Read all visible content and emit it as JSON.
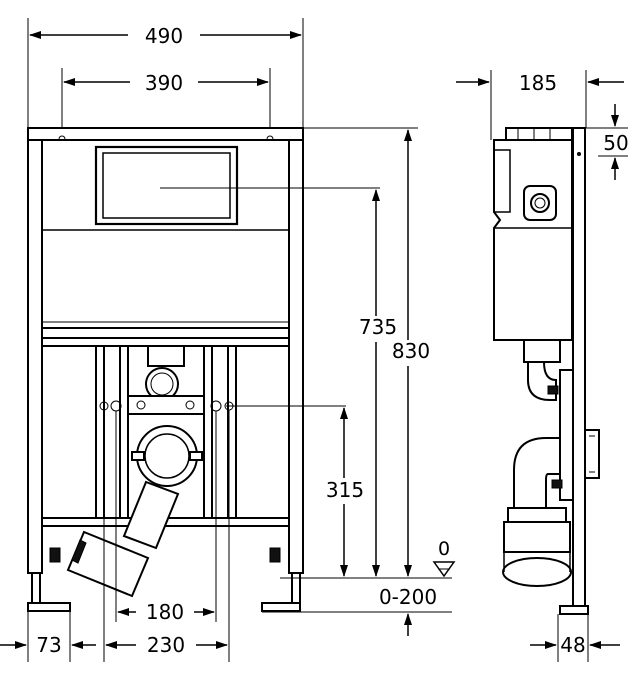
{
  "dimensions": {
    "frame_width": "490",
    "bracket_spacing": "390",
    "depth": "185",
    "top_offset": "50",
    "cistern_center_height": "735",
    "frame_height": "830",
    "outlet_height": "315",
    "floor_adjustment": "0-200",
    "floor_reference": "0",
    "foot_width": "73",
    "outlet_bracket_spacing": "180",
    "fixing_spacing": "230",
    "side_foot_width": "48"
  }
}
